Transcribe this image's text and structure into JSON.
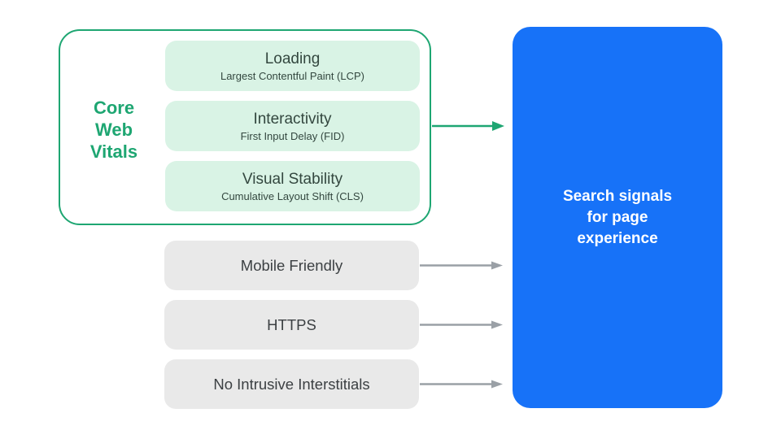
{
  "colors": {
    "accent_green": "#1EA672",
    "light_green_fill": "#D9F3E5",
    "gray_fill": "#E9E9E9",
    "arrow_gray": "#9AA0A6",
    "blue_fill": "#1772F8",
    "dark_text": "#3C4043",
    "dark_green_text": "#33473F",
    "white_text": "#FFFFFF"
  },
  "core_web_vitals": {
    "label": "Core\nWeb\nVitals",
    "items": [
      {
        "title": "Loading",
        "subtitle": "Largest Contentful Paint (LCP)"
      },
      {
        "title": "Interactivity",
        "subtitle": "First Input Delay (FID)"
      },
      {
        "title": "Visual Stability",
        "subtitle": "Cumulative Layout Shift (CLS)"
      }
    ]
  },
  "other_signals": [
    {
      "label": "Mobile Friendly"
    },
    {
      "label": "HTTPS"
    },
    {
      "label": "No Intrusive Interstitials"
    }
  ],
  "target": {
    "label": "Search signals\nfor page\nexperience"
  }
}
